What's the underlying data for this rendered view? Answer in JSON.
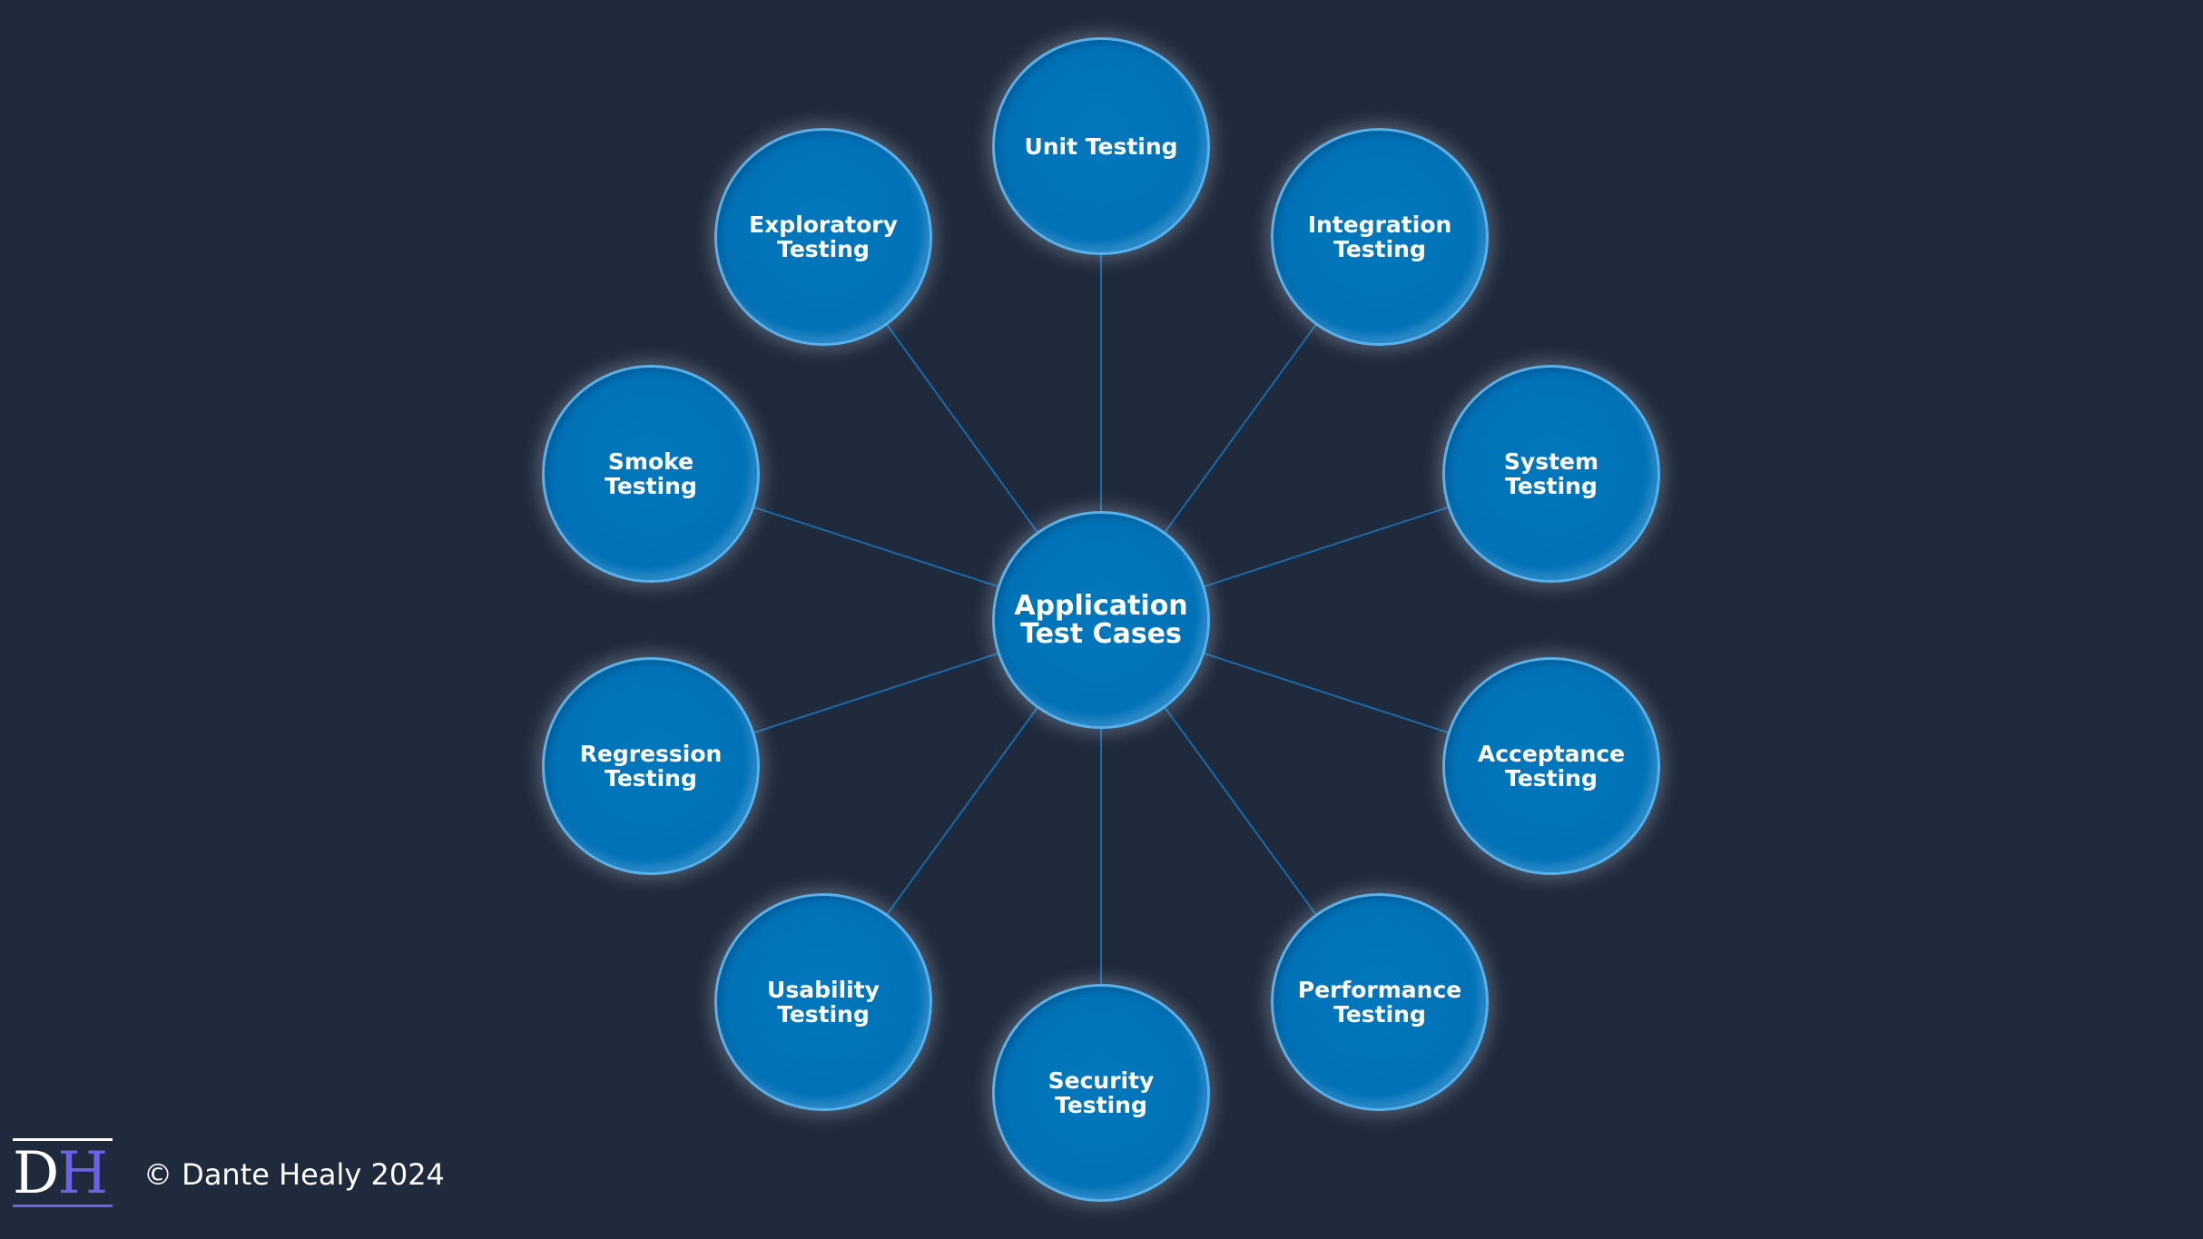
{
  "diagram": {
    "hub": {
      "id": "hub",
      "label": "Application\nTest Cases"
    },
    "nodes": [
      {
        "id": "unit",
        "label": "Unit Testing"
      },
      {
        "id": "integration",
        "label": "Integration\nTesting"
      },
      {
        "id": "system",
        "label": "System\nTesting"
      },
      {
        "id": "acceptance",
        "label": "Acceptance\nTesting"
      },
      {
        "id": "performance",
        "label": "Performance\nTesting"
      },
      {
        "id": "security",
        "label": "Security\nTesting"
      },
      {
        "id": "usability",
        "label": "Usability\nTesting"
      },
      {
        "id": "regression",
        "label": "Regression\nTesting"
      },
      {
        "id": "smoke",
        "label": "Smoke\nTesting"
      },
      {
        "id": "exploratory",
        "label": "Exploratory\nTesting"
      }
    ],
    "edges": [
      {
        "from": "hub",
        "to": "unit"
      },
      {
        "from": "hub",
        "to": "integration"
      },
      {
        "from": "hub",
        "to": "system"
      },
      {
        "from": "hub",
        "to": "acceptance"
      },
      {
        "from": "hub",
        "to": "performance"
      },
      {
        "from": "hub",
        "to": "security"
      },
      {
        "from": "hub",
        "to": "usability"
      },
      {
        "from": "hub",
        "to": "regression"
      },
      {
        "from": "hub",
        "to": "smoke"
      },
      {
        "from": "hub",
        "to": "exploratory"
      }
    ]
  },
  "footer": {
    "logo_letter_1": "D",
    "logo_letter_2": "H",
    "copyright": "© Dante Healy 2024"
  },
  "colors": {
    "background": "#1f2a3c",
    "node_fill": "#0272b8",
    "node_border": "#5ab0e8",
    "connector": "#1a6aa8",
    "logo_accent": "#6a62e6",
    "text": "#ffffff"
  }
}
